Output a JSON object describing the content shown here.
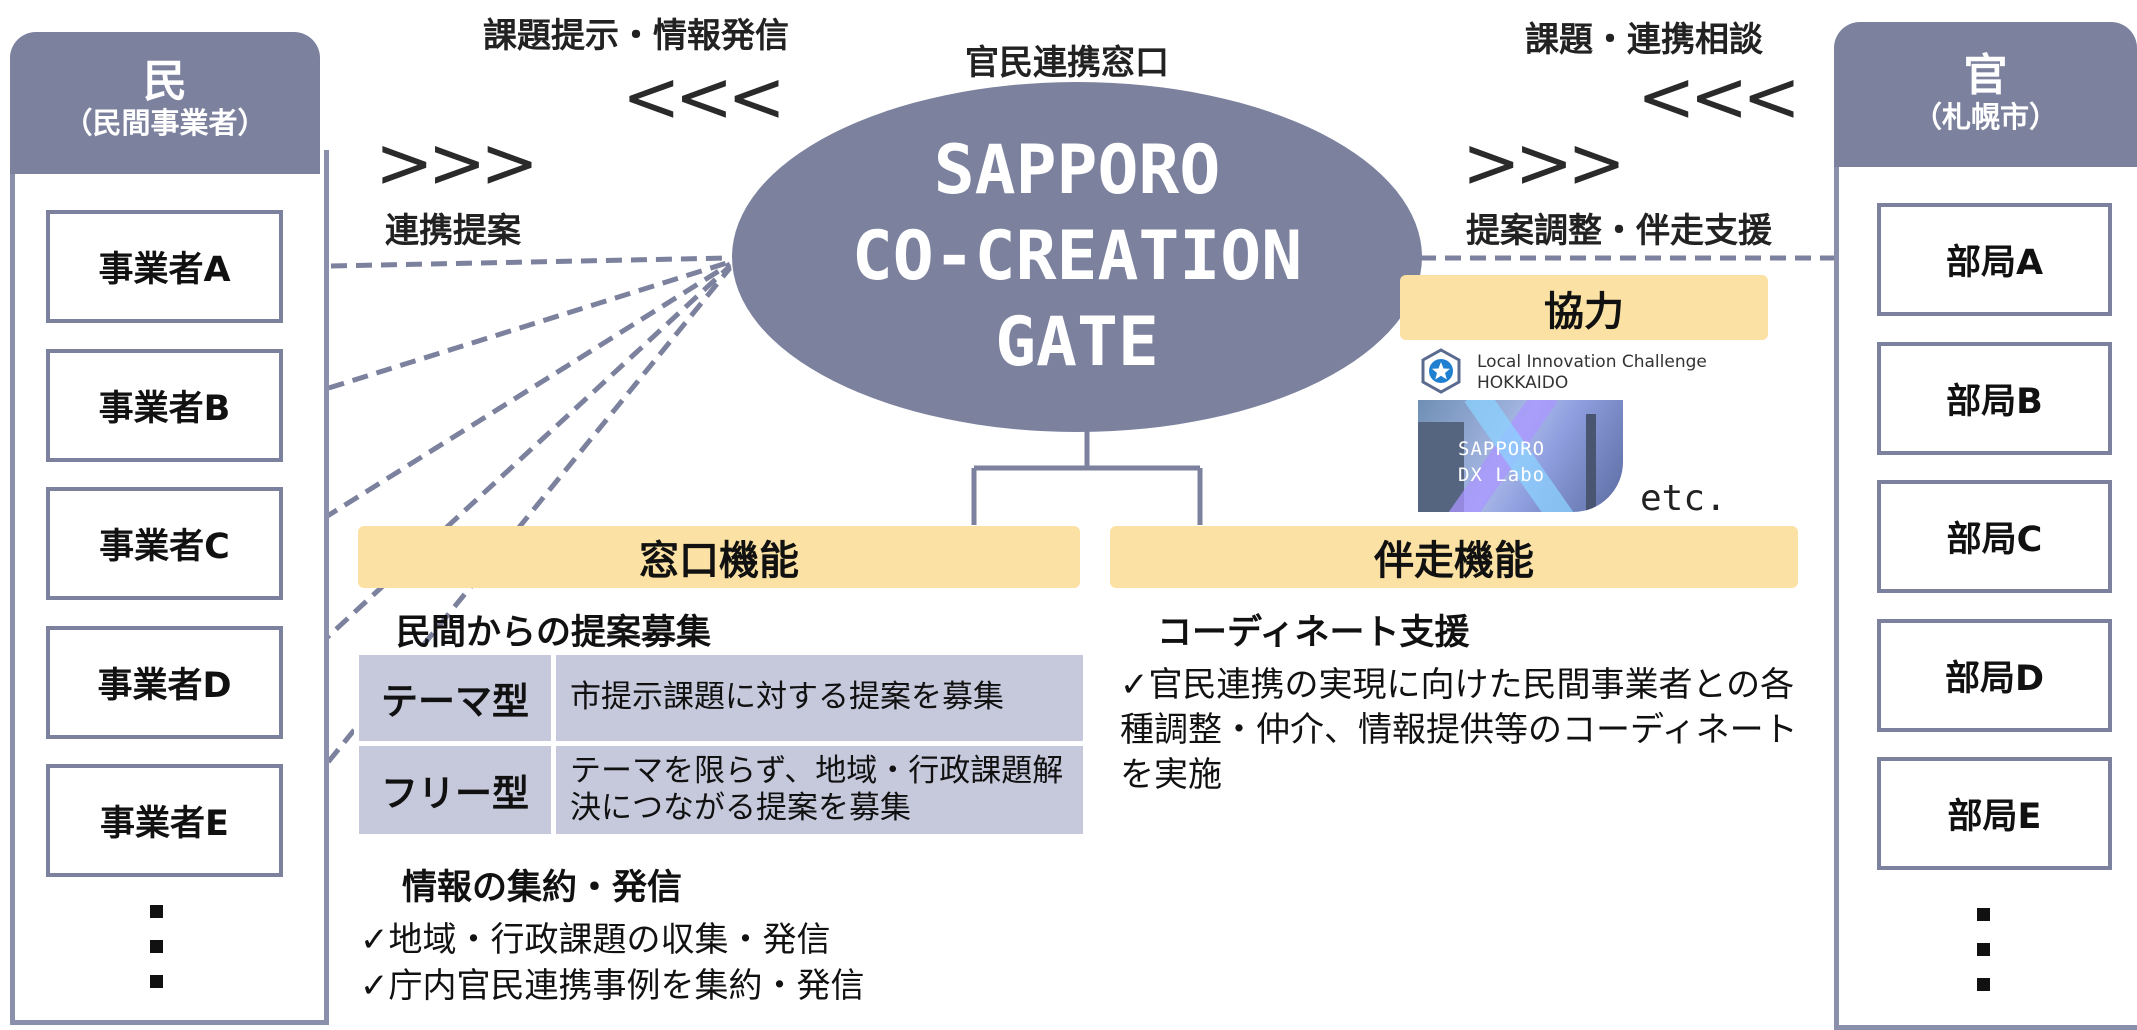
{
  "private": {
    "title": "民",
    "subtitle": "（民間事業者）",
    "items": [
      "事業者A",
      "事業者B",
      "事業者C",
      "事業者D",
      "事業者E"
    ]
  },
  "public": {
    "title": "官",
    "subtitle": "（札幌市）",
    "items": [
      "部局A",
      "部局B",
      "部局C",
      "部局D",
      "部局E"
    ]
  },
  "flows": {
    "issue_info": "課題提示・情報発信",
    "proposal": "連携提案",
    "consult": "課題・連携相談",
    "support": "提案調整・伴走支援"
  },
  "gate": {
    "caption": "官民連携窓口",
    "line1": "SAPPORO",
    "line2": "CO-CREATION",
    "line3": "GATE"
  },
  "cooperation": {
    "label": "協力",
    "lic_line1": "Local Innovation Challenge",
    "lic_line2": "HOKKAIDO",
    "labo_line1": "SAPPORO",
    "labo_line2": "DX Labo",
    "etc": "etc."
  },
  "window": {
    "label": "窓口機能",
    "recruit_title": "民間からの提案募集",
    "rows": [
      {
        "type": "テーマ型",
        "desc": "市提示課題に対する提案を募集"
      },
      {
        "type": "フリー型",
        "desc": "テーマを限らず、地域・行政課題解決につながる提案を募集"
      }
    ],
    "info_title": "情報の集約・発信",
    "info_items": [
      "✓地域・行政課題の収集・発信",
      "✓庁内官民連携事例を集約・発信"
    ]
  },
  "accompany": {
    "label": "伴走機能",
    "title": "コーディネート支援",
    "body": "✓官民連携の実現に向けた民間事業者との各種調整・仲介、情報提供等のコーディネートを実施"
  },
  "colors": {
    "column": "#7c819e",
    "band": "#fbe2a4",
    "table_cell": "#c6c9db"
  }
}
